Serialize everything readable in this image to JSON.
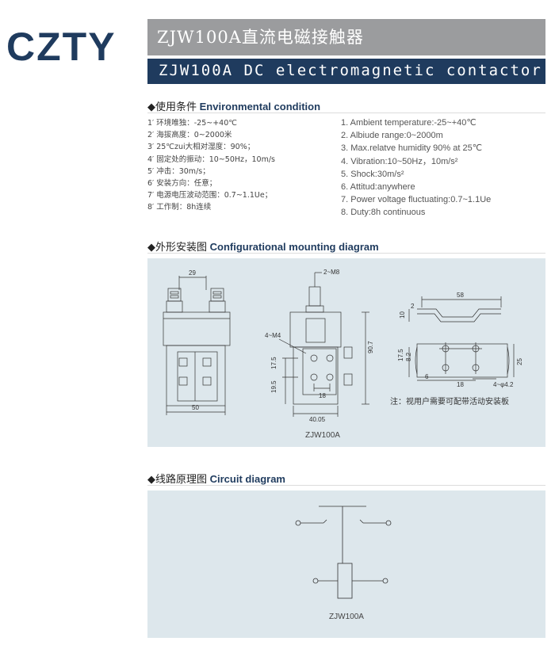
{
  "header": {
    "logo": "CZTY",
    "title_cn": "ZJW100A直流电磁接触器",
    "title_en": "ZJW100A DC electromagnetic contactor",
    "colors": {
      "navy": "#1f3b5e",
      "gray": "#9b9c9e",
      "panel": "#dde7ec"
    }
  },
  "env": {
    "heading_cn": "◆使用条件",
    "heading_en": "Environmental condition",
    "cn_items": [
      "1′ 环境唯独：-25~+40℃",
      "2′ 海拔高度：0~2000米",
      "3′ 25℃zui大相对湿度：90%；",
      "4′ 固定处的振动：10~50Hz，10m/s",
      "5′ 冲击：30m/s；",
      "6′ 安装方向：任意；",
      "7′ 电源电压波动范围：0.7~1.1Ue；",
      "8′ 工作制：8h连续"
    ],
    "en_items": [
      "1. Ambient temperature:-25~+40℃",
      "2. Albiude range:0~2000m",
      "3. Max.relatve humidity 90% at 25℃",
      "4. Vibration:10~50Hz，10m/s²",
      "5. Shock:30m/s²",
      "6. Attitud:anywhere",
      "7. Power voltage fluctuating:0.7~1.1Ue",
      "8. Duty:8h continuous"
    ]
  },
  "mounting": {
    "heading_cn": "◆外形安装图",
    "heading_en": "Configurational mounting diagram",
    "dims": {
      "front_top": "29",
      "front_bottom": "50",
      "side_top": "2~M8",
      "side_holes": "4~M4",
      "side_v1": "17.5",
      "side_v2": "19.5",
      "side_h": "18",
      "side_height": "90.7",
      "side_bottom": "40.05",
      "plate_top": "58",
      "plate_v1": "2",
      "plate_v2": "10",
      "plate_left1": "17.5",
      "plate_left2": "8.2",
      "plate_right": "25",
      "plate_b1": "6",
      "plate_b2": "18",
      "plate_holes": "4~φ4.2"
    },
    "note": "注：视用户需要可配带活动安装板",
    "model_label": "ZJW100A"
  },
  "circuit": {
    "heading_cn": "◆线路原理图",
    "heading_en": "Circuit diagram",
    "model_label": "ZJW100A"
  }
}
